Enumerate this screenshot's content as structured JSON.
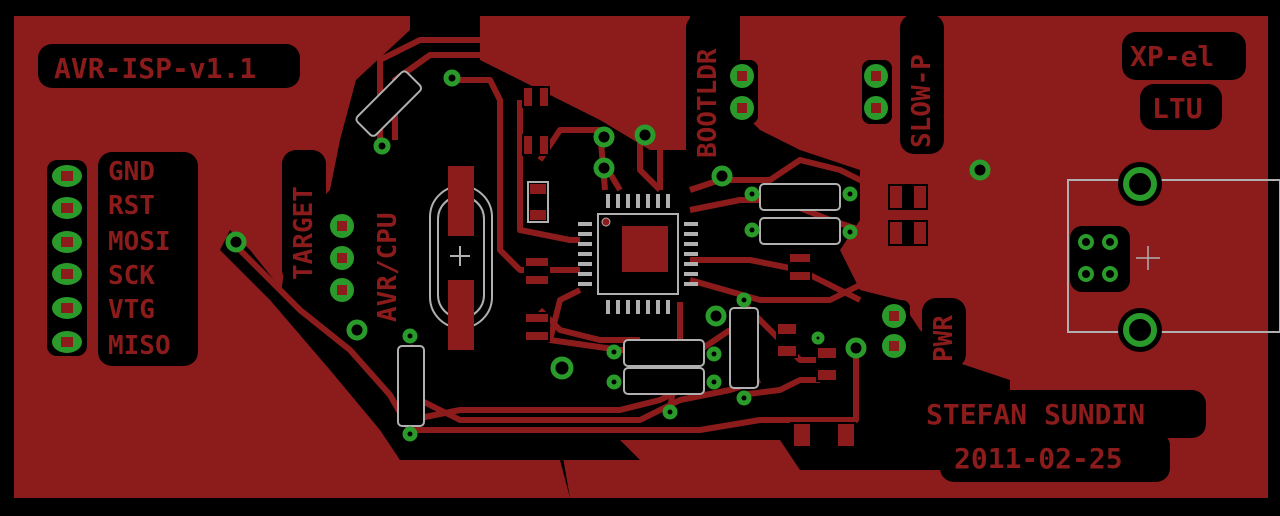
{
  "colors": {
    "background": "#000000",
    "copper": "#8c1c1c",
    "pad": "#2a9a2a",
    "silk_text": "#8c1c1c",
    "outline": "#b0b0b0"
  },
  "labels": {
    "title": "AVR-ISP-v1.1",
    "xp_el": "XP-el",
    "ltu": "LTU",
    "bootldr": "BOOTLDR",
    "slow_p": "SLOW-P",
    "target": "TARGET",
    "avr_cpu": "AVR/CPU",
    "pwr": "PWR",
    "author": "STEFAN SUNDIN",
    "date": "2011-02-25"
  },
  "isp_pins": [
    "GND",
    "RST",
    "MOSI",
    "SCK",
    "VTG",
    "MISO"
  ]
}
